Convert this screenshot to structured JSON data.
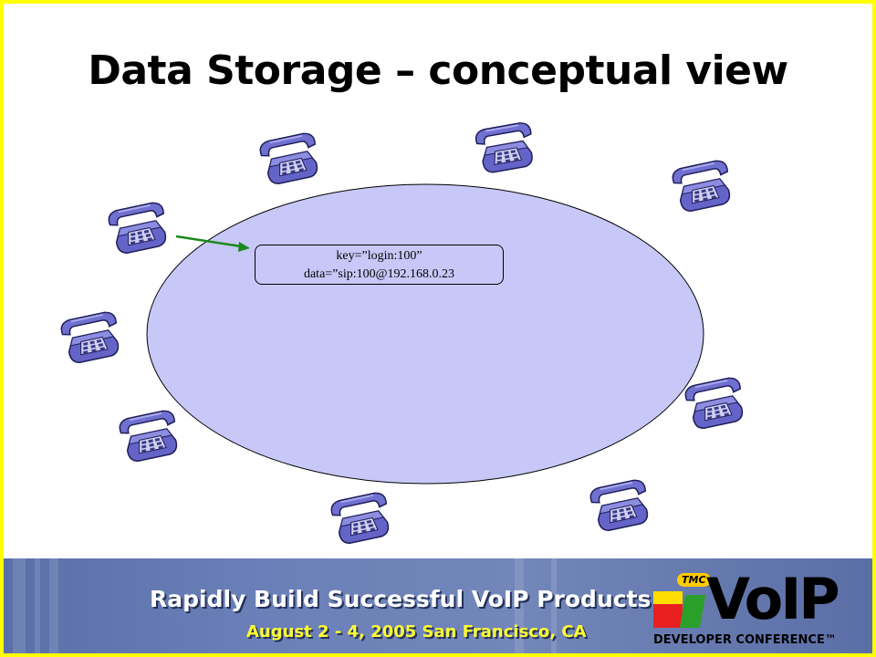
{
  "slide": {
    "title": "Data Storage – conceptual view"
  },
  "record": {
    "key_line": "key=”login:100”",
    "data_line": "data=”sip:100@192.168.0.23"
  },
  "banner": {
    "tagline": "Rapidly Build Successful VoIP Products",
    "dates": "August 2 - 4, 2005 San Francisco, CA",
    "logo_tmc": "TMC",
    "logo_voip": "VoIP",
    "logo_conference": "DEVELOPER CONFERENCE™"
  },
  "colors": {
    "frame": "#ffff00",
    "ring_fill": "#c8c8f8",
    "arrow": "#1a8a1a",
    "phone": "#6464c8",
    "banner": "#6b80b8",
    "dates_text": "#ffff33"
  },
  "icons": [
    "telephone-icon",
    "arrow"
  ]
}
